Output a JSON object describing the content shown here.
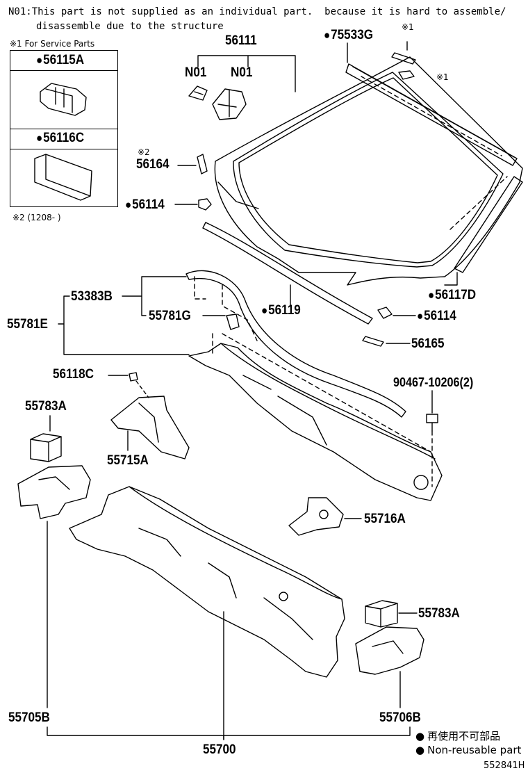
{
  "note": {
    "line1": "N01:This part is not supplied as an individual part.  because it is hard to assemble/",
    "line2": "disassemble due to the structure"
  },
  "service_box": {
    "title": "※1 For Service Parts",
    "part_a": "56115A",
    "part_b": "56116C"
  },
  "footnote2": "※2 (1208-      )",
  "parts": {
    "p56111": "56111",
    "p75533G": "75533G",
    "mark1a": "※1",
    "mark1b": "※1",
    "n01a": "N01",
    "n01b": "N01",
    "mark2": "※2",
    "p56164": "56164",
    "p56114a": "56114",
    "p53383B": "53383B",
    "p55781E": "55781E",
    "p55781G": "55781G",
    "p56119": "56119",
    "p56117D": "56117D",
    "p56114b": "56114",
    "p56165": "56165",
    "p56118C": "56118C",
    "p90467": "90467-10206(2)",
    "p55783A_l": "55783A",
    "p55715A": "55715A",
    "p55716A": "55716A",
    "p55783A_r": "55783A",
    "p55705B": "55705B",
    "p55706B": "55706B",
    "p55700": "55700"
  },
  "legend": {
    "jp": "再使用不可部品",
    "en": "Non-reusable part"
  },
  "ref_code": "552841H"
}
